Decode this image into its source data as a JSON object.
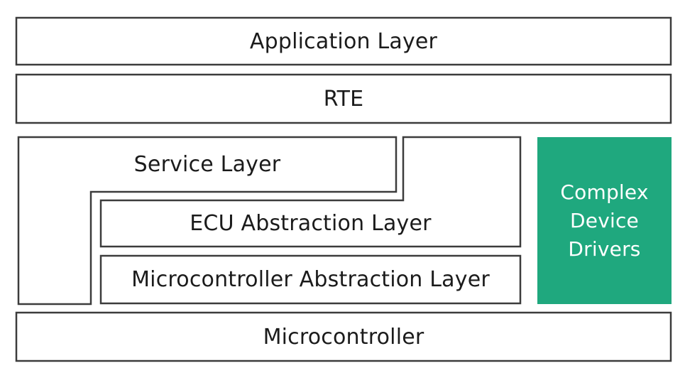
{
  "diagram": {
    "application_layer": {
      "label": "Application Layer"
    },
    "rte": {
      "label": "RTE"
    },
    "service_layer": {
      "label": "Service Layer"
    },
    "ecu_abstraction_layer": {
      "label": "ECU Abstraction Layer"
    },
    "microcontroller_abstraction_layer": {
      "label": "Microcontroller Abstraction Layer"
    },
    "complex_device_drivers": {
      "label": "Complex\nDevice\nDrivers"
    },
    "microcontroller": {
      "label": "Microcontroller"
    }
  },
  "colors": {
    "background": "#FFFFFF",
    "box_fill": "#FFFFFF",
    "box_border": "#3C3C3C",
    "label_text": "#1B1B1B",
    "complex_device_drivers_fill": "#1FA87E",
    "complex_device_drivers_text": "#FFFFFF"
  }
}
